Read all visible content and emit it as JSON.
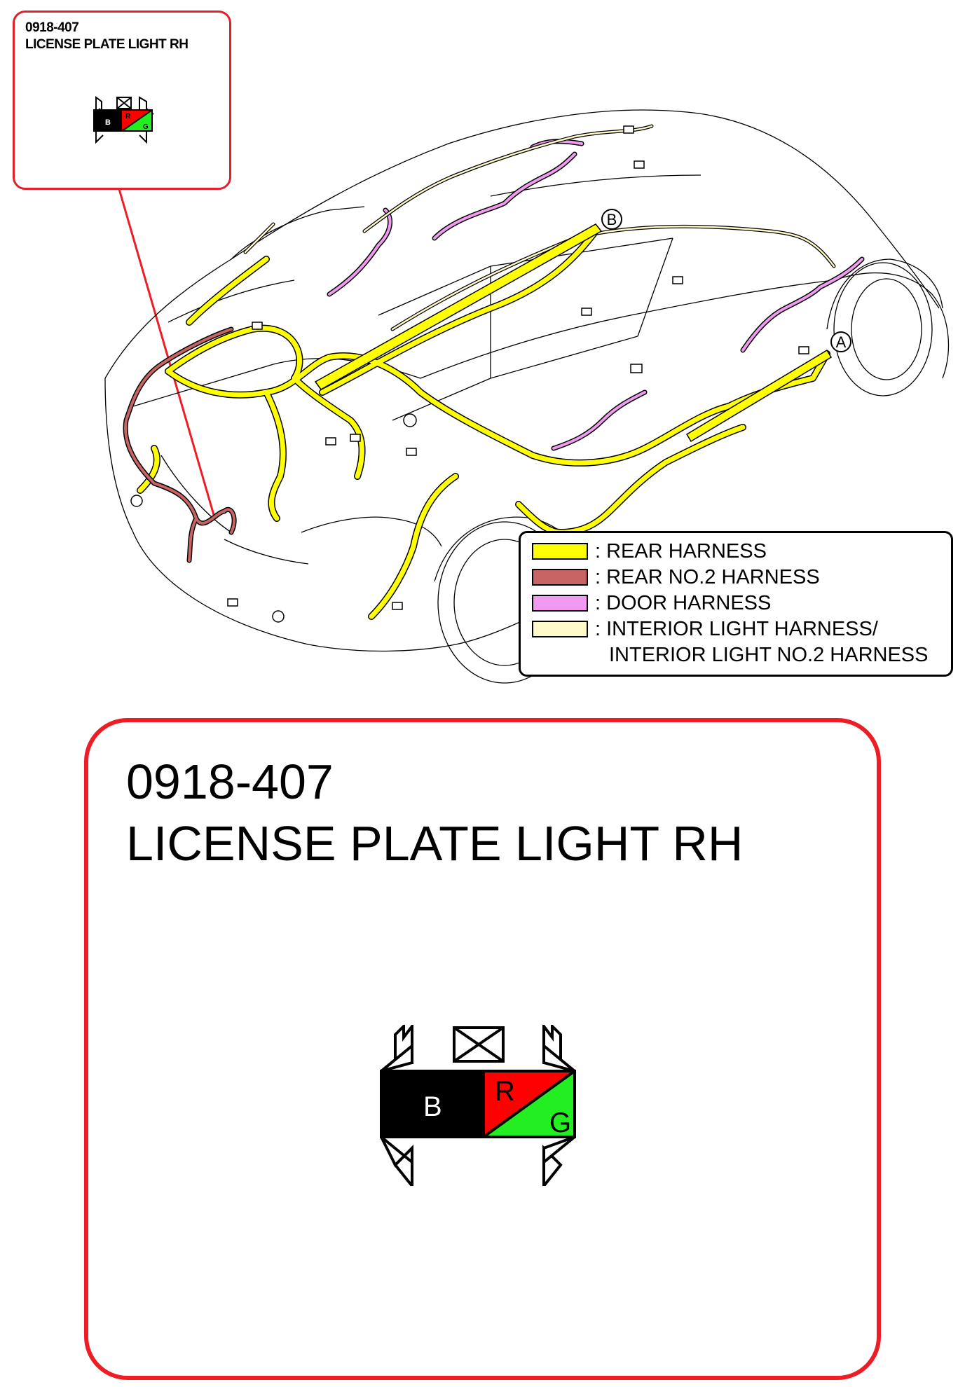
{
  "connector_small": {
    "code": "0918-407",
    "name": "LICENSE PLATE LIGHT RH",
    "pins": [
      "B",
      "R",
      "G"
    ]
  },
  "connector_large": {
    "code": "0918-407",
    "name": "LICENSE PLATE LIGHT RH",
    "pins": [
      "B",
      "R",
      "G"
    ]
  },
  "callouts": {
    "b": "B",
    "a": "A"
  },
  "legend": {
    "items": [
      {
        "label": ": REAR HARNESS",
        "color": "#ffff00"
      },
      {
        "label": ": REAR NO.2 HARNESS",
        "color": "#c86464"
      },
      {
        "label": ": DOOR HARNESS",
        "color": "#f09bf0"
      },
      {
        "label": ": INTERIOR LIGHT HARNESS/",
        "color": "#fffac8"
      }
    ],
    "continuation": "INTERIOR LIGHT NO.2 HARNESS"
  },
  "colors": {
    "frame_red": "#ee1c24",
    "pin_black": "#000000",
    "pin_red": "#ff0000",
    "pin_green": "#22ee22",
    "rear_harness": "#ffff00",
    "rear_no2_harness": "#c86464",
    "door_harness": "#f09bf0",
    "interior_light_harness": "#fffac8"
  }
}
